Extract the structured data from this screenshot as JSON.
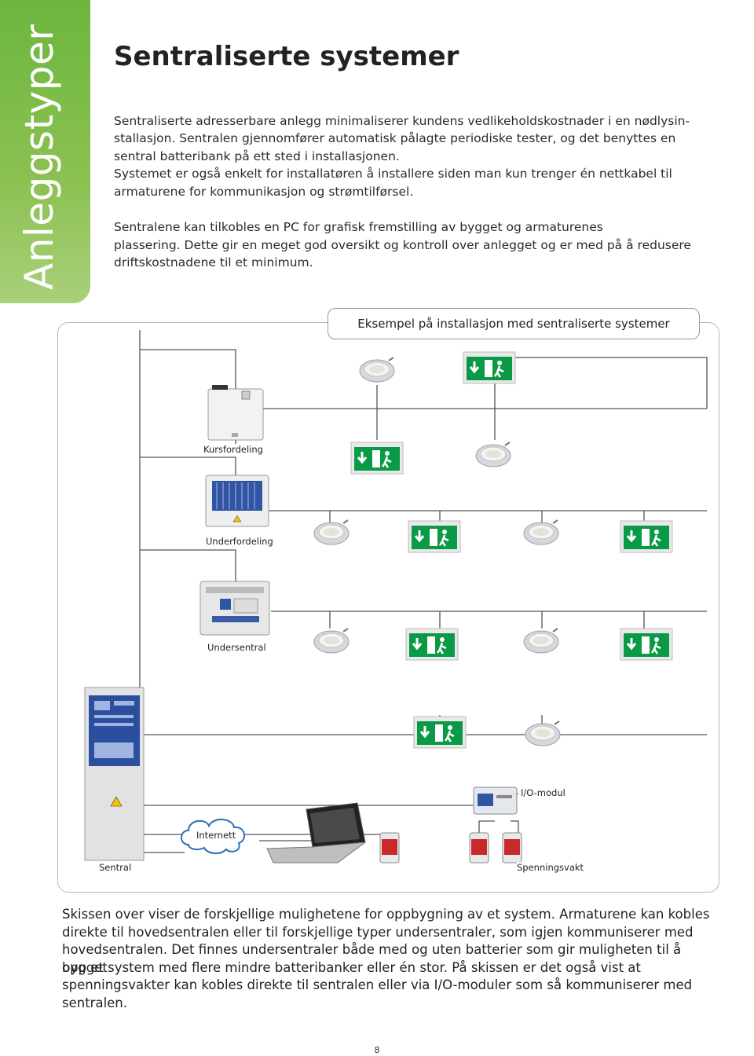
{
  "side_tab": "Anleggstyper",
  "title": "Sentraliserte systemer",
  "intro_lines": [
    "Sentraliserte adresserbare anlegg minimaliserer kundens vedlikeholdskostnader i en nødlysin-",
    "stallasjon.  Sentralen gjennomfører automatisk pålagte periodiske tester, og det benyttes en",
    "sentral batteribank på ett sted i installasjonen.",
    "Systemet er også enkelt for installatøren å installere siden man kun trenger én nettkabel til",
    "armaturene for  kommunikasjon og strømtilførsel."
  ],
  "pc_lines": [
    "Sentralene kan tilkobles en PC for grafisk fremstilling av bygget og armaturenes",
    "plassering. Dette gir en meget god oversikt og kontroll over anlegget og er med på å redusere",
    "driftskostnadene til et minimum."
  ],
  "diagram": {
    "title": "Eksempel på installasjon med sentraliserte systemer",
    "labels": {
      "kursfordeling": "Kursfordeling",
      "underfordeling": "Underfordeling",
      "undersentral": "Undersentral",
      "io_modul": "I/O-modul",
      "internett": "Internett",
      "sentral": "Sentral",
      "spenningsvakt": "Spenningsvakt"
    },
    "colors": {
      "green": "#0a9a45",
      "accent": "#7ab648",
      "line": "#555555"
    }
  },
  "caption_lines": [
    "Skissen over viser de forskjellige mulighetene for oppbygning av et system. Armaturene kan kobles",
    "direkte til hovedsentralen eller til forskjellige typer undersentraler, som igjen kommuniserer med",
    "hovedsentralen. Det finnes undersentraler både med og uten batterier som gir muligheten til å bygget",
    "opp et system med flere mindre batteribanker eller én stor. På skissen er det også vist at",
    "spenningsvakter kan kobles direkte til sentralen eller via I/O-moduler som så kommuniserer med",
    "sentralen."
  ],
  "page_number": "8"
}
